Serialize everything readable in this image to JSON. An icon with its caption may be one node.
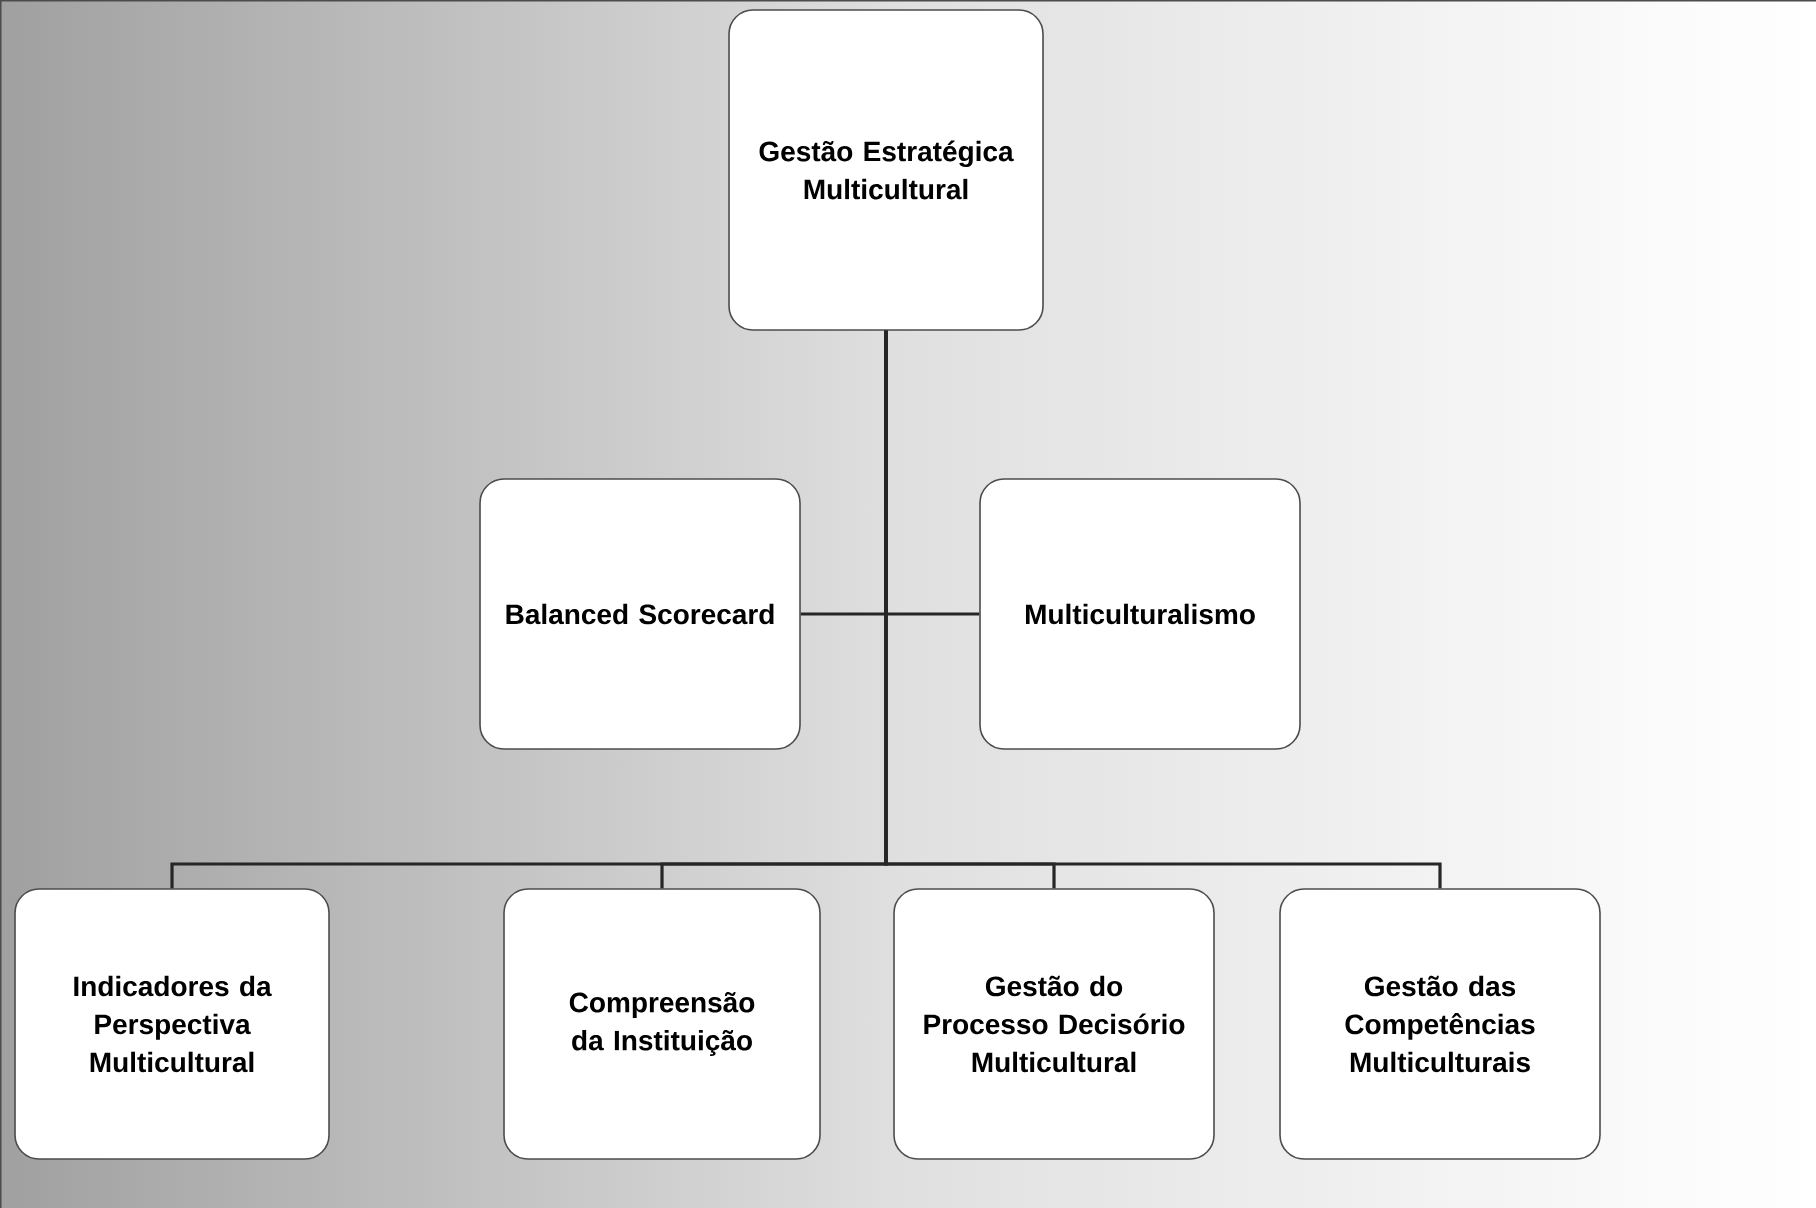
{
  "diagram": {
    "nodes": [
      {
        "text": [
          "Gestão Estratégica Multicultural"
        ]
      },
      {
        "text": [
          "Balanced Scorecard"
        ]
      },
      {
        "text": [
          "Multiculturalismo"
        ]
      },
      {
        "text": [
          "Indicadores da Perspectiva Multicultural"
        ]
      },
      {
        "text": [
          "Compreensão da Instituição"
        ]
      },
      {
        "text": [
          "Gestão do Processo Decisório Multicultural"
        ]
      },
      {
        "text": [
          "Gestão das Competências Multiculturais"
        ]
      }
    ],
    "edges": [
      {
        "from": 0,
        "to": 1,
        "arrow": "none"
      },
      {
        "from": 0,
        "to": 2,
        "arrow": "none"
      },
      {
        "from": 0,
        "to": 3,
        "arrow": "none"
      },
      {
        "from": 0,
        "to": 4,
        "arrow": "none"
      },
      {
        "from": 0,
        "to": 5,
        "arrow": "none"
      },
      {
        "from": 0,
        "to": 6,
        "arrow": "none"
      }
    ]
  }
}
